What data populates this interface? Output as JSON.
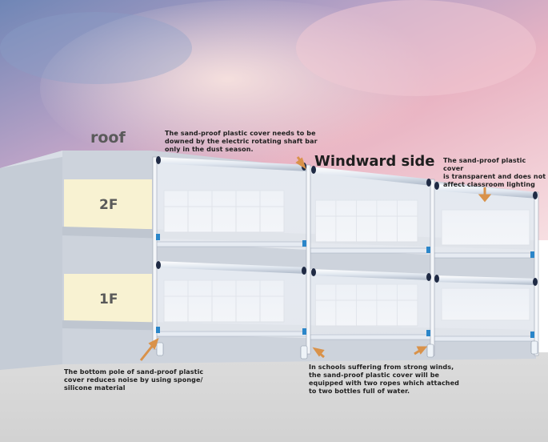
{
  "labels": {
    "roof": "roof",
    "floor2": "2F",
    "floor1": "1F",
    "windward": "Windward side"
  },
  "annotations": {
    "top_left": [
      "The sand-proof plastic cover needs to be",
      "downed by the electric rotating shaft bar",
      "only in the dust season."
    ],
    "top_right": [
      "The sand-proof plastic cover",
      "is transparent and does not",
      "affect classroom lighting"
    ],
    "bottom_left": [
      "The bottom pole of sand-proof plastic",
      "cover reduces noise by using sponge/",
      "silicone material"
    ],
    "bottom_right": [
      "In schools suffering from strong winds,",
      "the sand-proof plastic cover will be",
      "equipped with two ropes which attached",
      "to two bottles full of water."
    ]
  },
  "colors": {
    "sky_pink": "#e9b6c6",
    "sky_blue": "#6f87b8",
    "wall": "#cbd2dc",
    "floor_label_bg": "#f8f2d2",
    "arrow": "#d9924a",
    "pole_accent": "#2b86c9"
  }
}
